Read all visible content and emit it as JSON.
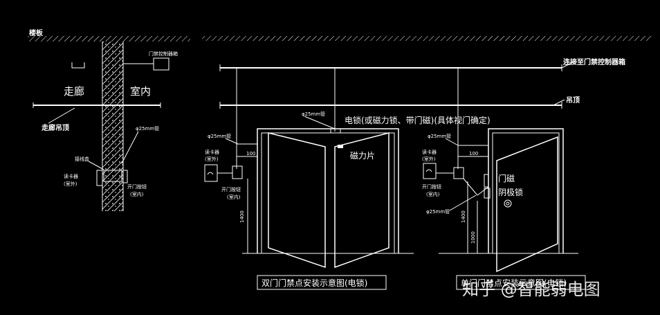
{
  "left_section": {
    "floor_slab": "楼板",
    "corridor": "走廊",
    "indoor": "室内",
    "controller_box": "门禁控制器箱",
    "corridor_ceiling": "走廊吊顶",
    "pipe_25": "φ25mm管",
    "junction_box": "接线盒",
    "card_reader_1": "读卡器",
    "card_reader_2": "(室外)",
    "exit_button_1": "开门按钮",
    "exit_button_2": "(室内)"
  },
  "right_section": {
    "to_controller": "连接至门禁控制器箱",
    "ceiling": "吊顶",
    "pipe_25_top": "φ25mm管",
    "pipe_25_left": "φ25mm管",
    "pipe_25_right": "φ25mm管",
    "pipe_25_bottom": "φ25mm管",
    "lock_note": "电锁(或磁力锁、带门磁)(具体视门确定)",
    "magnet_plate": "磁力片",
    "dim_100_left": "100",
    "dim_100_right": "100",
    "reader_left_1": "读卡器",
    "reader_left_2": "(室外)",
    "button_left_1": "开门按钮",
    "button_left_2": "(室内)",
    "reader_right_1": "读卡器",
    "reader_right_2": "(室外)",
    "button_right_1": "开门按钮",
    "button_right_2": "(室内)",
    "height_left": "1400",
    "height_right_1": "1400",
    "height_right_2": "1000",
    "door_contact": "门磁",
    "cathode_lock": "阴极锁",
    "caption_double": "双门门禁点安装示意图(电锁)",
    "caption_single": "单门门禁点安装示意图(电锁)"
  },
  "watermark": {
    "text": "知乎 @智能弱电图"
  }
}
